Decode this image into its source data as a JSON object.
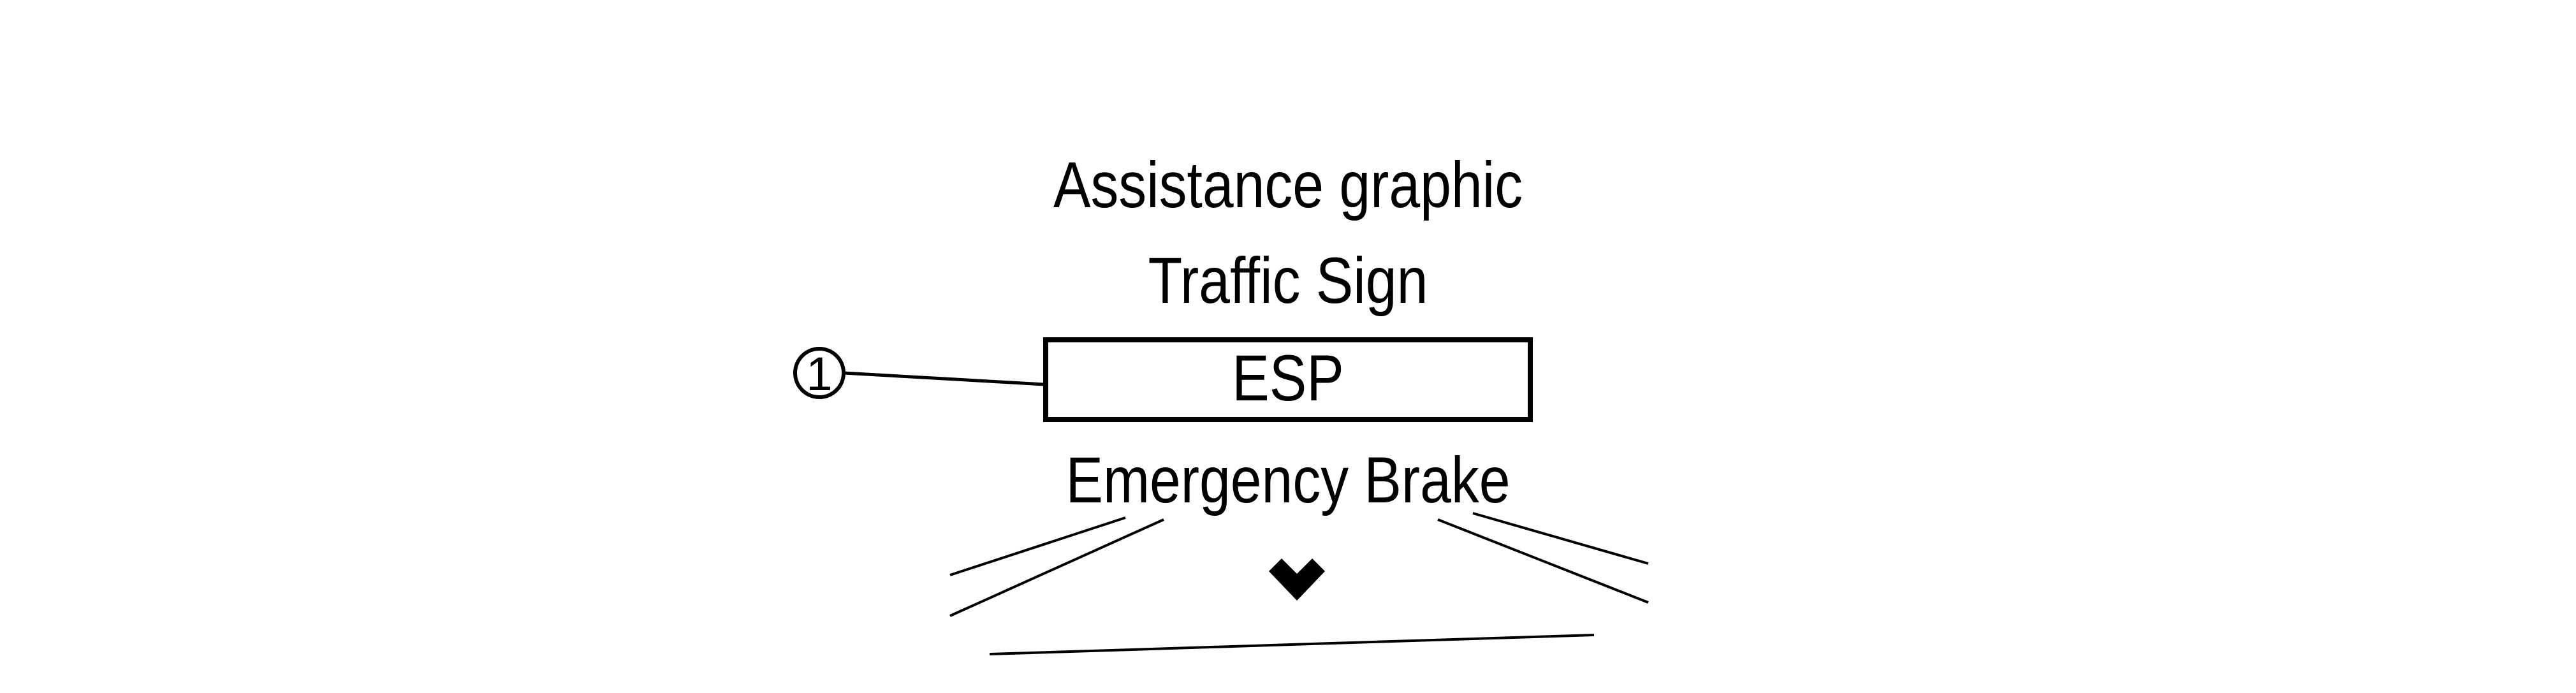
{
  "menu": {
    "items": [
      "Assistance graphic",
      "Traffic Sign",
      "ESP",
      "Emergency Brake"
    ],
    "selected_index": 2
  },
  "callout": {
    "label": "1"
  },
  "icons": {
    "scroll_down": "chevron-down-icon"
  },
  "colors": {
    "foreground": "#000000",
    "background": "#ffffff"
  }
}
